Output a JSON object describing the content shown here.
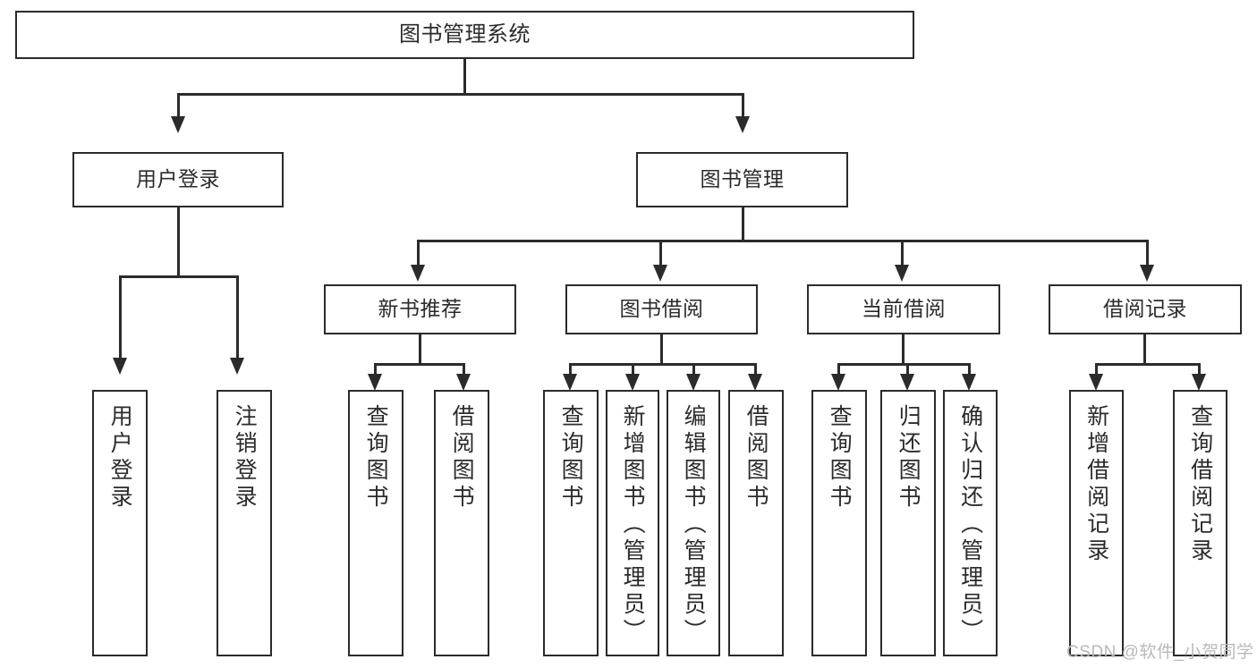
{
  "diagram": {
    "type": "tree",
    "title": "图书管理系统",
    "root": {
      "label": "图书管理系统"
    },
    "level2": [
      {
        "label": "用户登录"
      },
      {
        "label": "图书管理"
      }
    ],
    "level3": [
      {
        "label": "新书推荐"
      },
      {
        "label": "图书借阅"
      },
      {
        "label": "当前借阅"
      },
      {
        "label": "借阅记录"
      }
    ],
    "leaves": {
      "user_login": [
        {
          "label": "用户登录"
        },
        {
          "label": "注销登录"
        }
      ],
      "new_book_recommend": [
        {
          "label": "查询图书"
        },
        {
          "label": "借阅图书"
        }
      ],
      "book_borrow": [
        {
          "label": "查询图书"
        },
        {
          "label": "新增图书（管理员）"
        },
        {
          "label": "编辑图书（管理员）"
        },
        {
          "label": "借阅图书"
        }
      ],
      "current_borrow": [
        {
          "label": "查询图书"
        },
        {
          "label": "归还图书"
        },
        {
          "label": "确认归还（管理员）"
        }
      ],
      "borrow_record": [
        {
          "label": "新增借阅记录"
        },
        {
          "label": "查询借阅记录"
        }
      ]
    }
  },
  "watermark": {
    "text": "CSDN @软件_小贺同学"
  },
  "colors": {
    "stroke": "#2b2b2b",
    "background": "#ffffff",
    "text": "#2b2b2b",
    "watermark": "#b9b9b9"
  }
}
